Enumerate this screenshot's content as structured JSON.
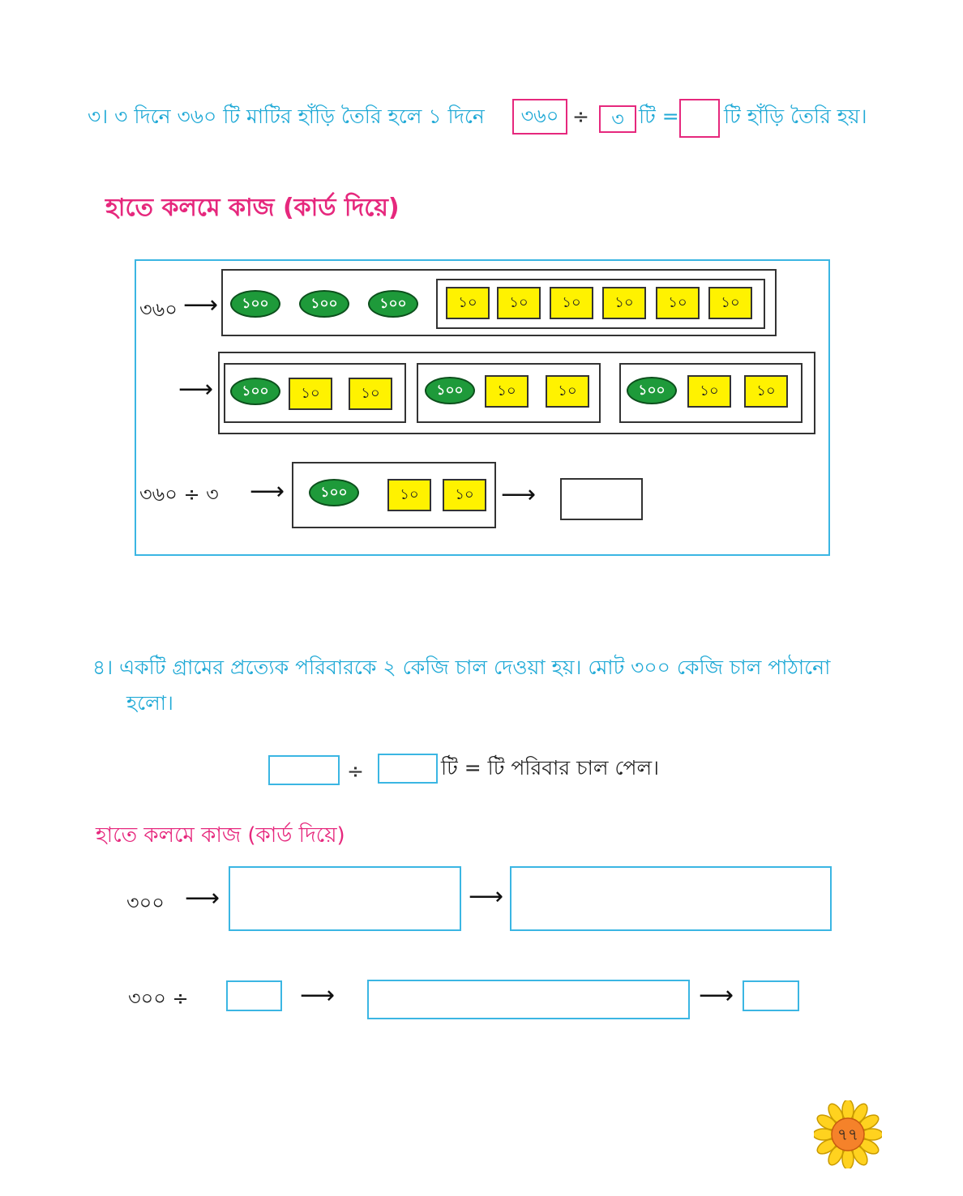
{
  "q3": {
    "text_a": "৩। ৩ দিনে ৩৬০ টি মাটির হাঁড়ি তৈরি হলে ১ দিনে",
    "box1": "৩৬০",
    "div_sign": "÷",
    "box2": "৩",
    "text_b": "টি =",
    "text_c": "টি হাঁড়ি তৈরি হয়।"
  },
  "heading1": "হাতে কলমে কাজ (কার্ড দিয়ে)",
  "diagram1": {
    "row1_label": "৩৬০",
    "row3_label": "৩৬০ ÷ ৩",
    "hundred": "১০০",
    "ten": "১০",
    "arrow": "⟶"
  },
  "q4": {
    "line1": "৪। একটি গ্রামের প্রত্যেক পরিবারকে ২ কেজি চাল দেওয়া হয়। মোট ৩০০ কেজি চাল পাঠানো",
    "line2": "হলো।",
    "div_sign": "÷",
    "eq_text": "টি = টি পরিবার চাল পেল।"
  },
  "heading2": "হাতে কলমে কাজ (কার্ড দিয়ে)",
  "diagram2": {
    "row1_label": "৩০০",
    "row2_label": "৩০০ ÷"
  },
  "page_number": "৭৭",
  "colors": {
    "cyan": "#1fa9d6",
    "pink": "#e6287d",
    "green": "#1e9a3a",
    "yellow": "#fff200"
  }
}
